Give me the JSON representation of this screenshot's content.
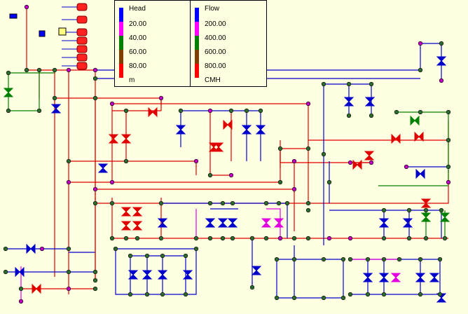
{
  "legend": {
    "head": {
      "title": "Head",
      "items": [
        "20.00",
        "40.00",
        "60.00",
        "80.00"
      ],
      "unit": "m"
    },
    "flow": {
      "title": "Flow",
      "items": [
        "200.00",
        "400.00",
        "600.00",
        "800.00"
      ],
      "unit": "CMH"
    },
    "colors": [
      "#0000ff",
      "#ff00ff",
      "#007f00",
      "#7f3f00",
      "#ff0000"
    ]
  },
  "network_colors": {
    "background": "#ffffe1",
    "node": "#2e6b2e",
    "node_pink": "#c000c0",
    "pipe_red": "#e00000",
    "pipe_blue": "#0000cc",
    "pipe_green": "#008000",
    "pipe_magenta": "#e000e0"
  }
}
